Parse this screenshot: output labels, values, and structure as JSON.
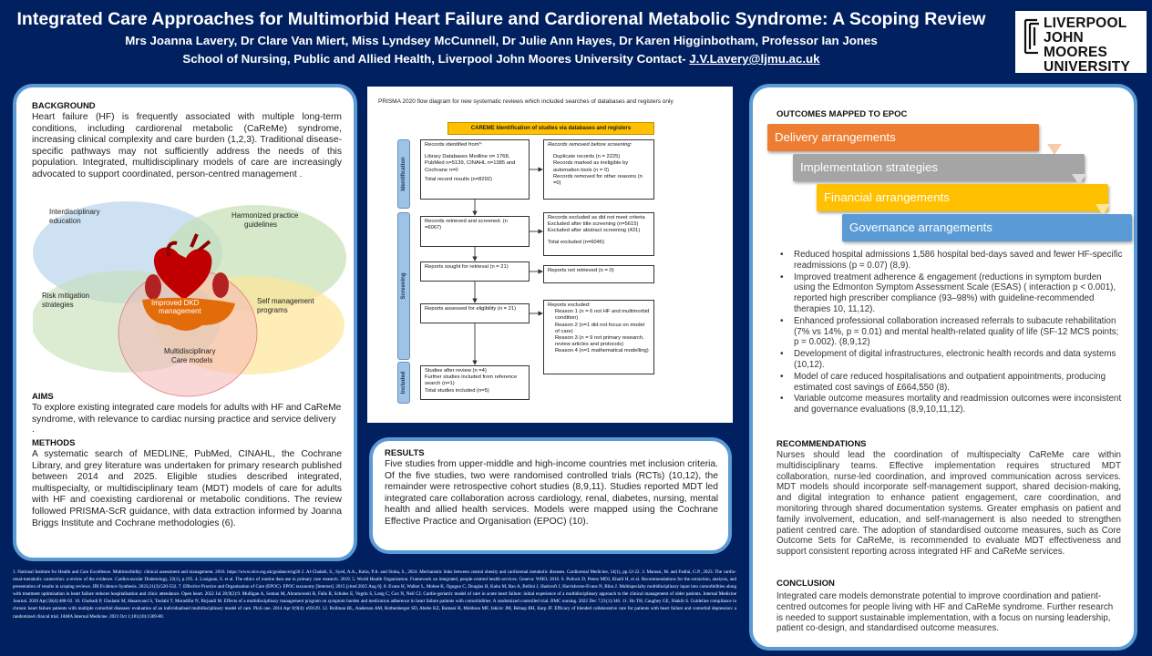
{
  "header": {
    "title": "Integrated Care Approaches for Multimorbid Heart Failure and Cardiorenal Metabolic Syndrome: A Scoping Review",
    "authors": "Mrs Joanna Lavery, Dr Clare Van Miert, Miss Lyndsey McCunnell, Dr Julie Ann Hayes, Dr Karen Higginbotham, Professor Ian Jones",
    "affiliation": "School of Nursing, Public and Allied Health, Liverpool John Moores University Contact- ",
    "email": "J.V.Lavery@ljmu.ac.uk",
    "logo": {
      "line1": "LIVERPOOL",
      "line2": "JOHN MOORES",
      "line3": "UNIVERSITY"
    }
  },
  "background": {
    "heading": "BACKGROUND",
    "text": "Heart failure (HF) is frequently associated with multiple long-term conditions, including cardiorenal metabolic (CaReMe) syndrome, increasing clinical complexity and care burden (1,2,3). Traditional disease-specific pathways may not sufficiently address the needs of this population. Integrated, multidisciplinary models of care are increasingly advocated to support coordinated, person-centred management ."
  },
  "venn": {
    "labels": {
      "interdisciplinary": "Interdisciplinary education",
      "harmonized": "Harmonized practice guidelines",
      "risk": "Risk mitigation strategies",
      "self": "Self management programs",
      "multidisciplinary": "Multidisciplinary Care models",
      "dkd": "Improved DKD management"
    },
    "colors": {
      "blue": "#bdd7ee",
      "green": "#c5e0b4",
      "yellow": "#ffe699",
      "red": "#f4b6b6",
      "organ": "#c00000",
      "dkd": "#e36c0a"
    }
  },
  "aims": {
    "heading": "AIMS",
    "text": "To explore existing integrated care models for adults with HF and CaReMe syndrome, with relevance to cardiac nursing practice and service delivery",
    "trail": "."
  },
  "methods": {
    "heading": "METHODS",
    "text": "A systematic search of MEDLINE, PubMed, CINAHL, the Cochrane Library, and grey literature was undertaken for primary research published between 2014 and 2025. Eligible studies described integrated, multispecialty, or multidisciplinary team (MDT) models of care for adults with HF and coexisting cardiorenal or metabolic conditions. The review followed PRISMA-ScR guidance, with data extraction informed by Joanna Briggs Institute and Cochrane methodologies (6)."
  },
  "prisma": {
    "title": "PRISMA 2020 flow diagram for new systematic reviews which included searches of databases and registers only",
    "banner": "CAREME Identification of studies via databases and registers",
    "stages": {
      "identification": "Identification",
      "screening": "Screening",
      "included": "Included"
    },
    "boxes": {
      "identified_title": "Records identified from*:",
      "identified_body": "Library Databases Medline n= 1768, PubMed n=5139, CINAHL n=1385 and Cochrane n=0",
      "identified_total": "Total record results (n=8292)",
      "removed_title": "Records removed before screening:",
      "removed_dup": "Duplicate records (n = 2225)",
      "removed_inel": "Records marked as ineligible by automation tools (n = 0)",
      "removed_other": "Records removed for other reasons (n =0)",
      "screened": "Records retrieved and screened. (n =6067)",
      "excluded_a": "Records excluded as did not meet criteria",
      "excluded_b": "Excluded after title screening (n=5615)",
      "excluded_c": "Excluded after abstract screening (431)",
      "excluded_total": "Total excluded (n=6046)",
      "sought": "Reports sought for retrieval (n = 21)",
      "not_retrieved": "Reports not retrieved (n = 0)",
      "assessed": "Reports assessed for eligibility (n = 21)",
      "rep_excluded": "Reports excluded:",
      "reason1": "Reason 1 (n = 6 not HF and multimorbid condition)",
      "reason2": "Reason 2 (n=1 did not focus on model of care)",
      "reason3": "Reason 3 (n = 9 not primary research, review articles and protocols)",
      "reason4": "Reason 4 (n=1 mathematical modelling)",
      "inc_a": "Studies after review (n =4)",
      "inc_b": "Further studies included from reference search (n=1)",
      "inc_c": "Total studies included (n=5)"
    }
  },
  "results": {
    "heading": "RESULTS",
    "text": "Five studies from upper-middle and high-income countries met inclusion criteria. Of the five studies, two were randomised controlled trials (RCTs) (10,12), the remainder were retrospective cohort studies (8,9,11). Studies reported MDT led integrated care  collaboration across cardiology, renal, diabetes, nursing, mental health and allied health services. Models were mapped using the Cochrane Effective Practice and Organisation (EPOC) (10)."
  },
  "outcomes": {
    "heading": "OUTCOMES MAPPED TO EPOC",
    "ribbons": [
      {
        "label": "Delivery arrangements",
        "color": "#ed7d31"
      },
      {
        "label": "Implementation strategies",
        "color": "#a5a5a5"
      },
      {
        "label": "Financial arrangements",
        "color": "#ffc000"
      },
      {
        "label": "Governance arrangements",
        "color": "#5b9bd5"
      }
    ],
    "bullets": [
      "Reduced hospital admissions 1,586 hospital bed-days saved and  fewer HF-specific readmissions (p = 0.07) (8,9).",
      "Improved treatment adherence & engagement (reductions in symptom burden using the Edmonton Symptom Assessment Scale (ESAS) ( interaction p < 0.001), reported high prescriber compliance (93–98%) with guideline-recommended therapies 10, 11,12).",
      "Enhanced professional collaboration increased referrals to subacute rehabilitation (7% vs 14%, p = 0.01) and mental health-related quality of life (SF-12 MCS points; p = 0.002). (8,9,12)",
      "Development of digital infrastructures, electronic health records and data systems (10,12).",
      "Model of care reduced hospitalisations and outpatient appointments, producing estimated cost savings of £664,550 (8).",
      "Variable outcome measures mortality and readmission outcomes were inconsistent and governance evaluations (8,9,10,11,12)."
    ]
  },
  "recommendations": {
    "heading": "RECOMMENDATIONS",
    "text": "Nurses should lead the coordination of multispecialty CaReMe care within multidisciplinary teams. Effective implementation requires structured MDT collaboration, nurse-led coordination, and improved communication across services. MDT models should incorporate self-management support, shared decision-making, and digital integration to enhance patient engagement, care coordination, and monitoring through shared documentation systems. Greater emphasis on patient and family involvement, education, and self-management is also needed to strengthen patient centred care. The adoption of standardised outcome measures, such as Core Outcome Sets for CaReMe, is recommended to evaluate MDT effectiveness and support consistent reporting across integrated HF and CaReMe services."
  },
  "conclusion": {
    "heading": "CONCLUSION",
    "text": " Integrated care models demonstrate potential to improve coordination and patient-centred outcomes for people living with HF and CaReMe syndrome. Further research is needed to support sustainable implementation, with a focus on nursing leadership, patient co-design, and standardised outcome measures."
  },
  "references": "1. National Institute for Health and Care Excellence. Multimorbidity: clinical assessment and management. 2016. https://www.nice.org.uk/guidance/ng56 2. Al-Chalabi, S., Syed, A.A., Kalra, P.A. and Sinha, S., 2024. Mechanistic links between central obesity and cardiorenal metabolic diseases. Cardiorenal Medicine, 14(1), pp.12-22. 3. Marassi, M. and Fadini, G.P., 2023. The cardio-renal-metabolic connection: a review of the evidence. Cardiovascular Diabetology, 22(1), p.195. 4. Lusignan, S. et al. The ethics of routine data use in primary care research. 2019. 5. World Health Organization. Framework on integrated, people-centred health services. Geneva: WHO; 2016. 6. Pollock D, Peters MDJ, Khalil H, et al. Recommendations for the extraction, analysis, and presentation of results in scoping reviews. JBI Evidence Synthesis. 2023;21(3):520-532. 7. Effective Practice and Organisation of Care (EPOC). EPOC taxonomy [Internet]. 2015 [cited 2025 Aug 6]. 8. Evans H, Walker L, Mohee K, Oguguo C, Douglas H, Kalra M, Rao A, Bellini J, Hadcroft J, Harrisborne-Evans N, Bliss J. Multispecialty multidisciplinary input into comorbidities along with treatment optimisation in heart failure reduces hospitalisation and clinic attendance. Open heart. 2022 Jul 20;9(2):9. Mulligan A, Soman M, Abramowski R, Falls R, Scholes E, Vogrin S, Long C, Cox N, Neil CJ. Cardio-geriatric model of care in acute heart failure: initial experience of a multidisciplinary approach to the clinical management of older patients. Internal Medicine Journal. 2020 Apr;50(4):488-92. 10. Ghobadi P, Gholami M, Hasanvand S, Toulabi T, Moradifar N, Birjandi M. Effects of a multidisciplinary management program on symptom burden and medication adherence in heart failure patients with comorbidities: A randomized controlled trial. BMC nursing. 2022 Dec 7;21(1):346. 11. Ho TH, Caughey GE, Shakib S. Guideline compliance in chronic heart failure patients with multiple comorbid diseases: evaluation of an individualised multidisciplinary model of care. PloS one. 2014 Apr 8;9(4): e93129. 12. Rollman BL, Anderson AM, Rothenberger SD, Abebe KZ, Ramani R, Muldoon MF, Jakicic JM, Belnap BH, Karp JF. Efficacy of blended collaborative care for patients with heart failure and comorbid depression: a randomized clinical trial. JAMA Internal Medicine. 2021 Oct 1;181(10):1369-80."
}
